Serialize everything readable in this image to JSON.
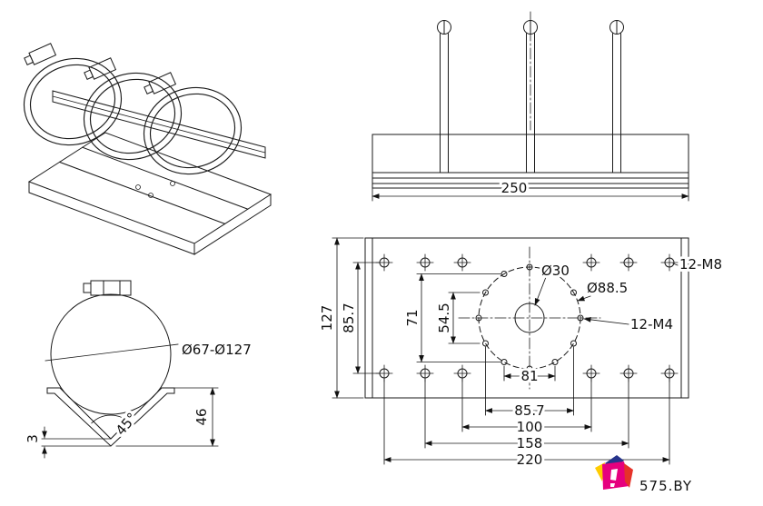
{
  "colors": {
    "line": "#1a1a1a",
    "logo_blue": "#1b6db6",
    "icon_navy": "#26348b",
    "icon_magenta": "#e6007e",
    "icon_yellow": "#ffcc00",
    "icon_red": "#e63229"
  },
  "front_view": {
    "width": "250"
  },
  "side_view": {
    "clamp_range": "Ø67-Ø127",
    "leg_angle": "45°",
    "bracket_height": "46",
    "sheet_thickness": "3"
  },
  "plan_view": {
    "plate_height": "127",
    "hole_rows_spacing": "85.7",
    "dim_71": "71",
    "dim_54_5": "54.5",
    "center_hole_dia": "Ø30",
    "bolt_circle_dia": "Ø88.5",
    "m8_holes": "12-M8",
    "m4_holes": "12-M4",
    "dim_81": "81",
    "dim_85_7": "85.7",
    "dim_100": "100",
    "dim_158": "158",
    "dim_220": "220"
  },
  "logo": {
    "text": "575.BY"
  }
}
